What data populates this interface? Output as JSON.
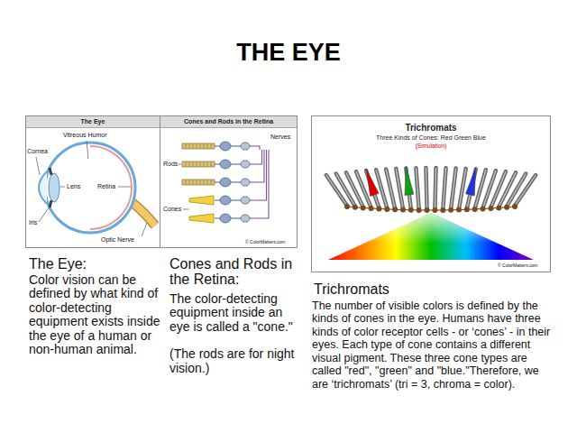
{
  "diagram": {
    "title": "THE EYE",
    "nodes": [
      {
        "text": [
          "The Eye"
        ]
      },
      {
        "text": [
          "Cones and Rods in the Retina"
        ]
      },
      {
        "text": [
          "Trichromats",
          "Three Kinds of Cones: Red Green Blue",
          "(Simulation)"
        ]
      }
    ],
    "labels": [
      "Cornea",
      "Vitreous Humor",
      "Lens",
      "Retina",
      "Iris",
      "Optic Nerve",
      "Rods",
      "Cones",
      "Nerves",
      "© ColorMatters.com",
      "© ColorMatters.com",
      "The Eye:",
      "Color vision can be defined by what kind of color-detecting equipment exists inside the eye of a human or non-human animal.",
      "Cones and Rods in the Retina:",
      "The color-detecting equipment inside an eye is called a \"cone.\"",
      "(The rods are for night vision.)",
      "Trichromats",
      "The number of visible colors is defined by the kinds of cones in the eye. Humans have three kinds of color receptor cells - or ‘cones’ - in their eyes. Each type of cone contains a different visual pigment. These three cone types are called \"red\", \"green\" and \"blue.\"Therefore, we are ‘trichromats’ (tri = 3, chroma = color)."
    ]
  }
}
